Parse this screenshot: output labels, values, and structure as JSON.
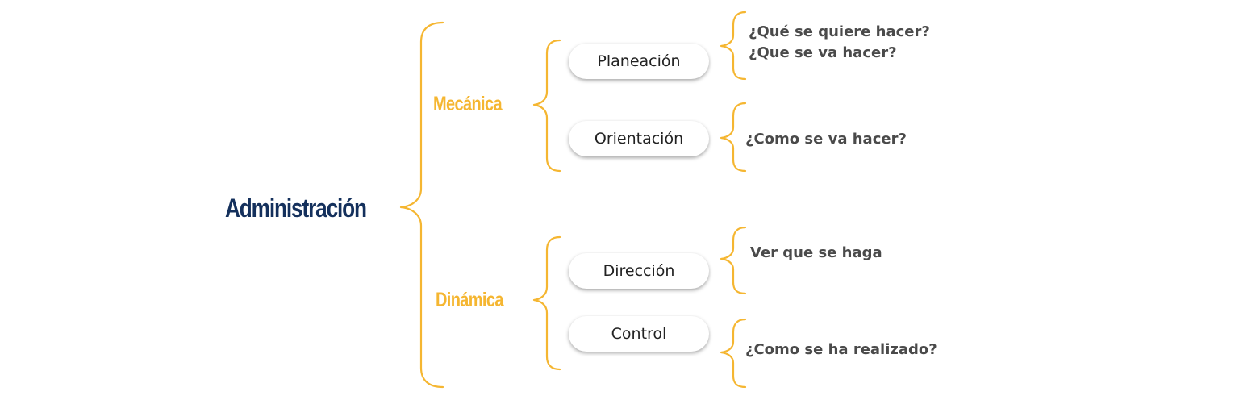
{
  "root": {
    "label": "Administración"
  },
  "colors": {
    "bracket": "#f5b631",
    "root_text": "#14305c",
    "category_text": "#f5b631",
    "answer_text": "#4a4a4a"
  },
  "categories": [
    {
      "label": "Mecánica",
      "items": [
        {
          "label": "Planeación",
          "answers": [
            "¿Qué se quiere hacer?",
            "¿Que se va hacer?"
          ]
        },
        {
          "label": "Orientación",
          "answers": [
            "¿Como se va hacer?"
          ]
        }
      ]
    },
    {
      "label": "Dinámica",
      "items": [
        {
          "label": "Dirección",
          "answers": [
            "Ver que se haga"
          ]
        },
        {
          "label": "Control",
          "answers": [
            "¿Como se ha realizado?"
          ]
        }
      ]
    }
  ]
}
